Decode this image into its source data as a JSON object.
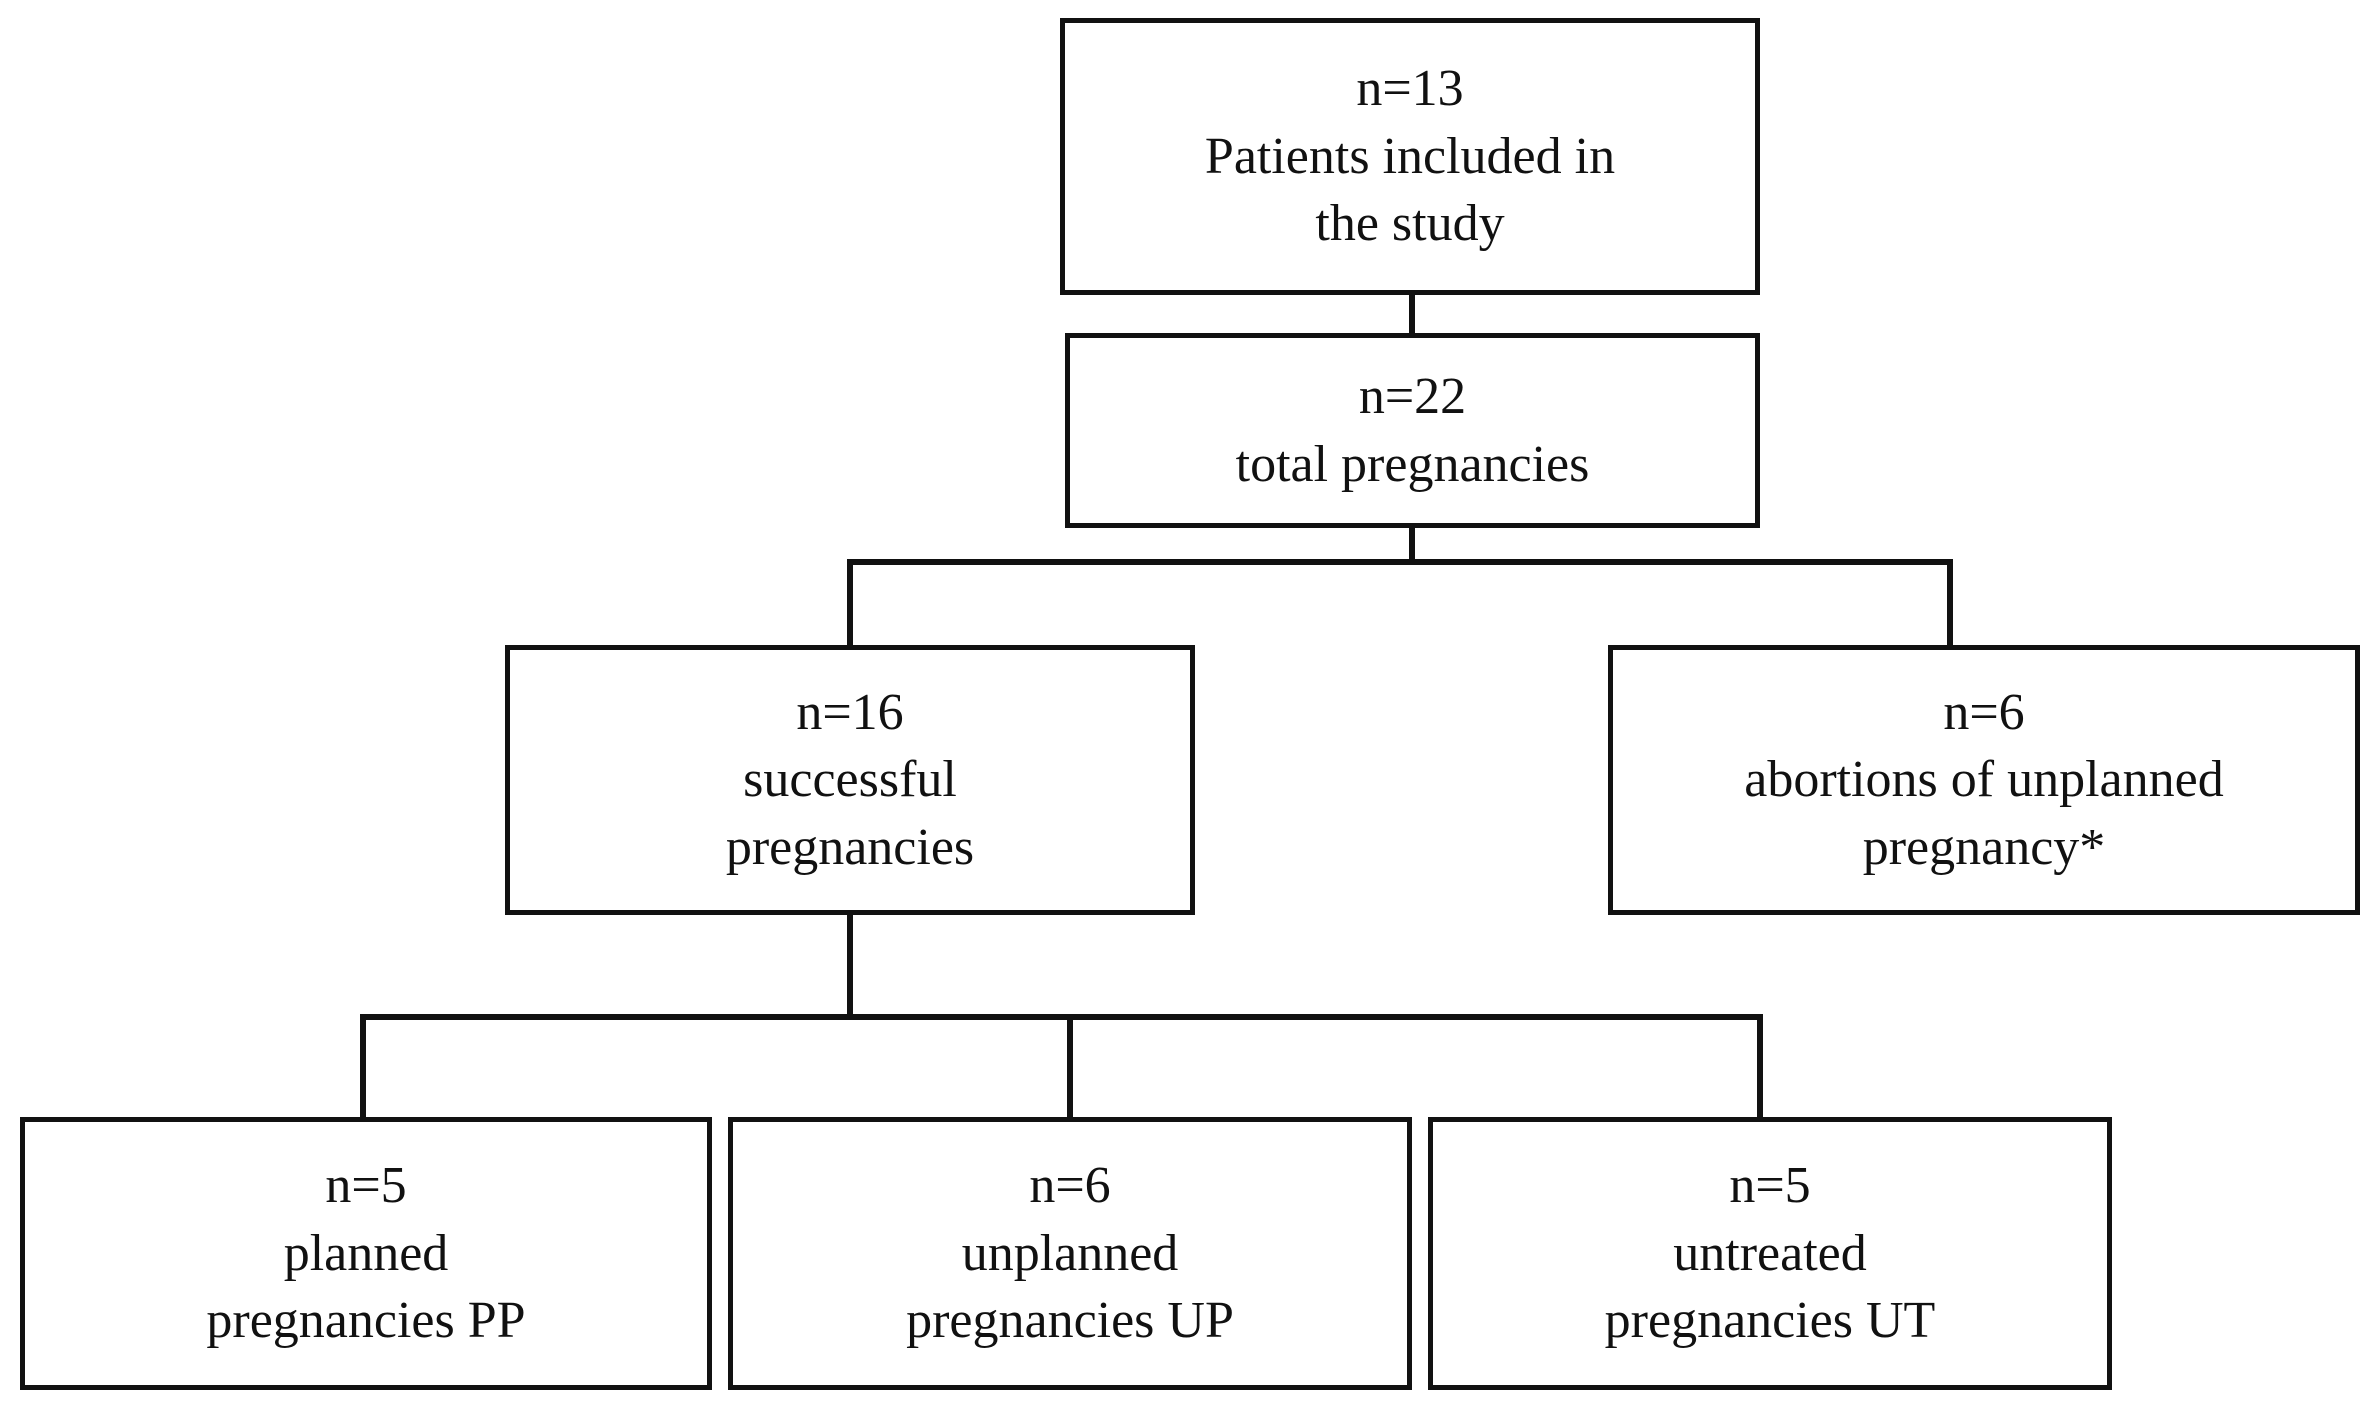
{
  "diagram": {
    "type": "flowchart",
    "title": "Patient and pregnancy study flow diagram",
    "footnote_marker": "*",
    "nodes": [
      {
        "id": "included",
        "level": 1,
        "count_label": "n=13",
        "lines": [
          "n=13",
          "Patients included in",
          "the study"
        ],
        "text": "n=13 Patients included in the study",
        "value": 13
      },
      {
        "id": "total",
        "level": 2,
        "count_label": "n=22",
        "lines": [
          "n=22",
          "total pregnancies"
        ],
        "text": "n=22 total pregnancies",
        "value": 22
      },
      {
        "id": "successful",
        "level": 3,
        "count_label": "n=16",
        "lines": [
          "n=16",
          "successful",
          "pregnancies"
        ],
        "text": "n=16 successful pregnancies",
        "value": 16
      },
      {
        "id": "abortions",
        "level": 3,
        "count_label": "n=6",
        "lines": [
          "n=6",
          "abortions of unplanned",
          "pregnancy*"
        ],
        "text": "n=6 abortions of unplanned pregnancy*",
        "value": 6
      },
      {
        "id": "planned",
        "level": 4,
        "count_label": "n=5",
        "lines": [
          "n=5",
          "planned",
          "pregnancies PP"
        ],
        "text": "n=5 planned pregnancies PP",
        "value": 5,
        "abbreviation": "PP"
      },
      {
        "id": "unplanned",
        "level": 4,
        "count_label": "n=6",
        "lines": [
          "n=6",
          "unplanned",
          "pregnancies UP"
        ],
        "text": "n=6 unplanned pregnancies UP",
        "value": 6,
        "abbreviation": "UP"
      },
      {
        "id": "untreated",
        "level": 4,
        "count_label": "n=5",
        "lines": [
          "n=5",
          "untreated",
          "pregnancies UT"
        ],
        "text": "n=5 untreated pregnancies UT",
        "value": 5,
        "abbreviation": "UT"
      }
    ],
    "edges": [
      {
        "from": "included",
        "to": "total"
      },
      {
        "from": "total",
        "to": "successful"
      },
      {
        "from": "total",
        "to": "abortions"
      },
      {
        "from": "successful",
        "to": "planned"
      },
      {
        "from": "successful",
        "to": "unplanned"
      },
      {
        "from": "successful",
        "to": "untreated"
      }
    ],
    "colors": {
      "background": "#ffffff",
      "box_border": "#111111",
      "connector": "#111111",
      "text": "#111111"
    }
  }
}
